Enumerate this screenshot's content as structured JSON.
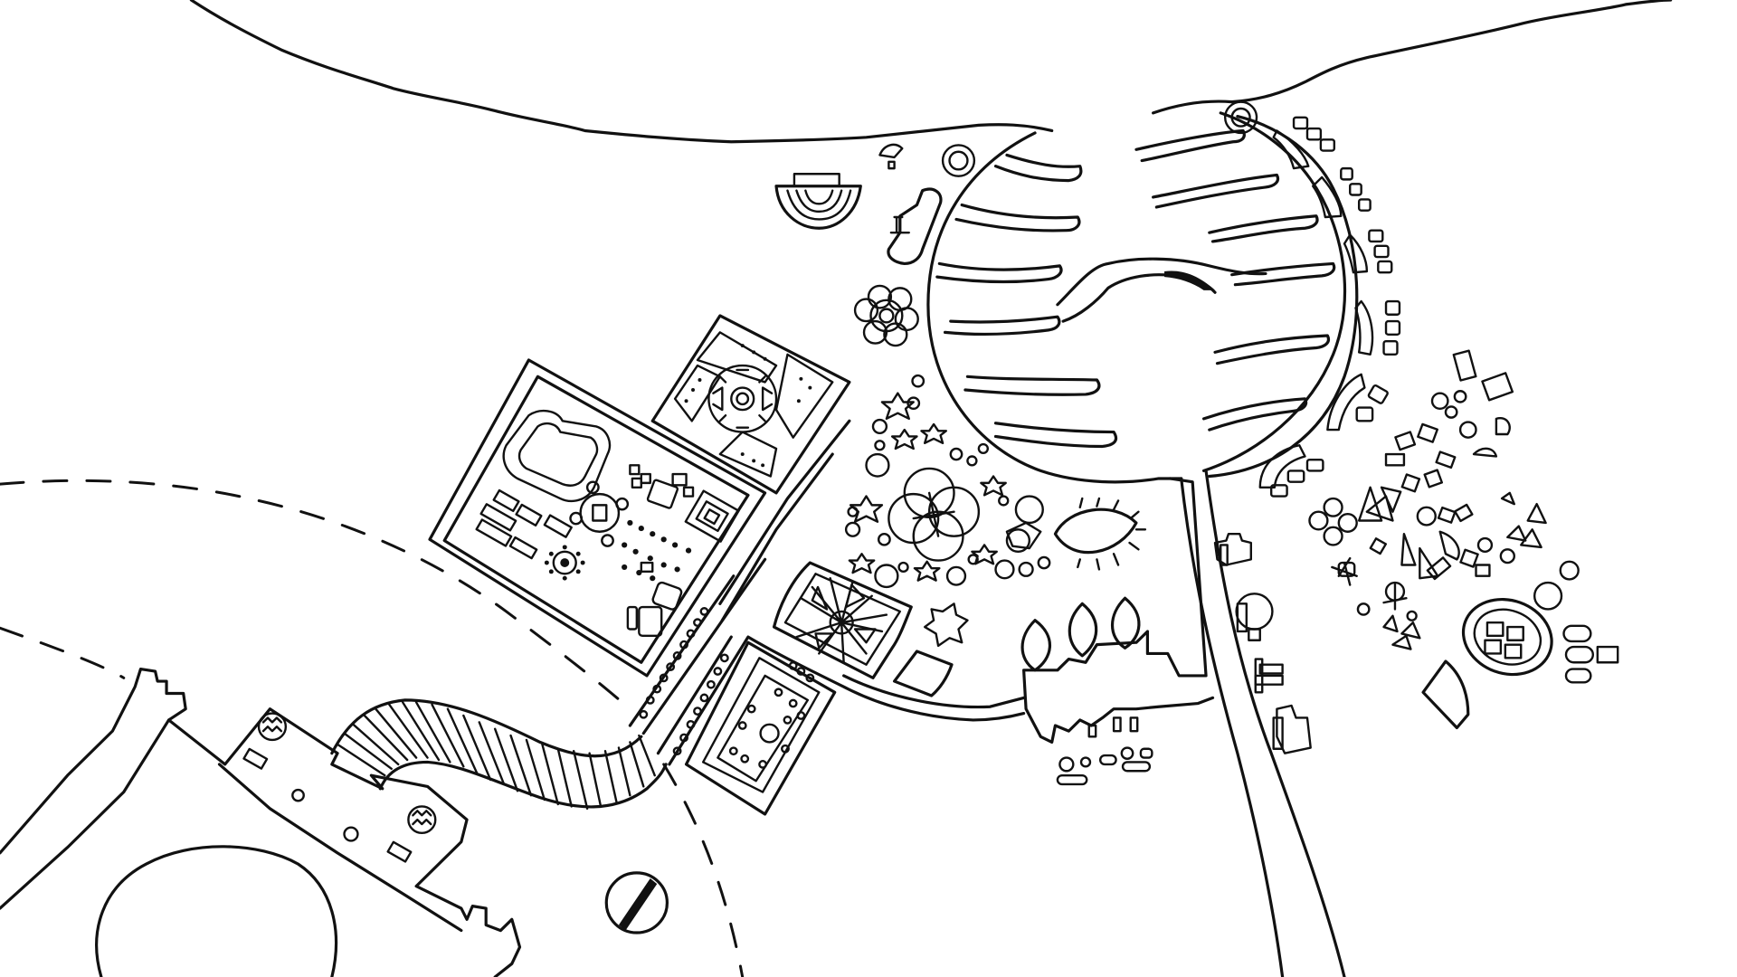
{
  "map": {
    "style": "hand-drawn line illustration, black ink on white",
    "colors": {
      "ink": "#111111",
      "paper": "#ffffff"
    },
    "features": [
      "shoreline",
      "circular-harbor",
      "harbor-piers",
      "pier-road",
      "walled-garden",
      "knot-garden",
      "star-garden",
      "fan-parterre",
      "long-parterre",
      "curved-bridge",
      "city-wall",
      "round-plaza",
      "amphitheater",
      "compass-disc",
      "leaf-pavilions",
      "scattered-shapes-field",
      "oval-track",
      "dashed-road"
    ]
  }
}
